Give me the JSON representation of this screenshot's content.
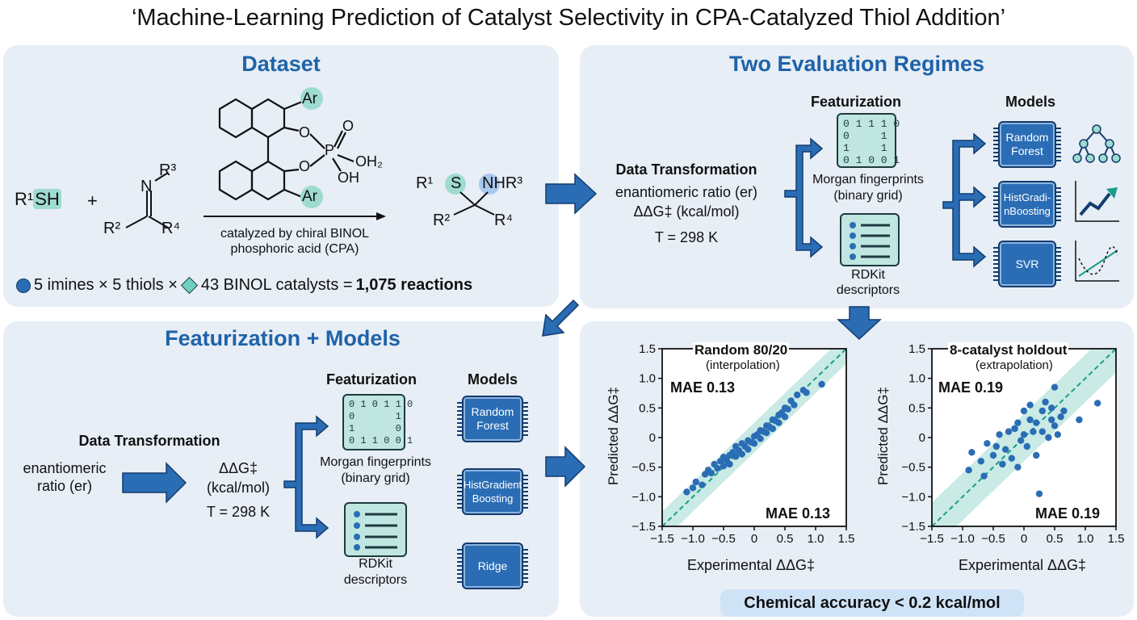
{
  "title": "‘Machine-Learning Prediction of Catalyst Selectivity in CPA-Catalyzed Thiol Addition’",
  "dataset": {
    "title": "Dataset",
    "thiol": "R¹–SH",
    "plus": "+",
    "imine_N": "N",
    "imine_R3": "R³",
    "imine_R2": "R²",
    "imine_R4": "R⁴",
    "cat_Ar": "Ar",
    "cat_O": "O",
    "cat_P": "P",
    "cat_OH2": "OH₂",
    "cat_OH": "OH",
    "cat_dO": "O",
    "arrow_label_1": "catalyzed by chiral BINOL",
    "arrow_label_2": "phosphoric acid (CPA)",
    "prod_R1": "R¹",
    "prod_S": "S",
    "prod_NHR3": "NHR³",
    "prod_R2": "R²",
    "prod_R4": "R⁴",
    "summary_a": "5 imines × 5 thiols ×",
    "summary_b": "43 BINOL catalysts =",
    "summary_c": "1,075 reactions"
  },
  "regimes": {
    "title": "Two Evaluation Regimes",
    "dt_title": "Data Transformation",
    "dt_line1": "enantiomeric ratio (er)",
    "dt_line2": "ΔΔG‡ (kcal/mol)",
    "dt_line3": "T = 298 K",
    "feat_title": "Featurization",
    "grid_text": "0 1 1 1 0\n0     1\n1     1\n0 1 0 0 1",
    "morgan_1": "Morgan fingerprints",
    "morgan_2": "(binary grid)",
    "rdkit_1": "RDKit",
    "rdkit_2": "descriptors",
    "models_title": "Models",
    "model_1": "Random Forest",
    "model_2": "HistGradi-nBoosting",
    "model_3": "SVR"
  },
  "featmodels": {
    "title": "Featurization + Models",
    "dt_title": "Data Transformation",
    "er_1": "enantiomeric",
    "er_2": "ratio (er)",
    "dg_1": "ΔΔG‡",
    "dg_2": "(kcal/mol)",
    "dg_3": "T = 298 K",
    "feat_title": "Featurization",
    "grid_text": "0 1 0 1 1 0\n0       1\n1       0\n0 1 1 0 0 1",
    "morgan_1": "Morgan fingerprints",
    "morgan_2": "(binary grid)",
    "rdkit_1": "RDKit",
    "rdkit_2": "descriptors",
    "models_title": "Models",
    "model_1": "Random Forest",
    "model_2": "HistGradient Boosting",
    "model_3": "Ridge"
  },
  "colors": {
    "accent": "#1f63a8",
    "panel": "#e7eef6",
    "teal": "#9edbd0",
    "point": "#2a6db5",
    "arrow": "#2a6db5"
  },
  "chart_data": [
    {
      "type": "scatter",
      "title": "Random 80/20",
      "subtitle": "(interpolation)",
      "xlabel": "Experimental ΔΔG‡",
      "ylabel": "Predicted ΔΔG‡",
      "xlim": [
        -1.5,
        1.5
      ],
      "ylim": [
        -1.5,
        1.5
      ],
      "xticks": [
        "−1.5",
        "−1.0",
        "−0.5",
        "0",
        "0.5",
        "1.0",
        "1.5"
      ],
      "yticks": [
        "1.5",
        "1.0",
        "0.5",
        "0",
        "−0.5",
        "−1.0",
        "−1.5"
      ],
      "mae_top": "MAE 0.13",
      "mae_bottom": "MAE 0.13",
      "band": 0.25,
      "points": [
        [
          -1.1,
          -0.92
        ],
        [
          -1.0,
          -0.85
        ],
        [
          -0.95,
          -0.75
        ],
        [
          -0.85,
          -0.8
        ],
        [
          -0.8,
          -0.62
        ],
        [
          -0.75,
          -0.55
        ],
        [
          -0.7,
          -0.6
        ],
        [
          -0.65,
          -0.45
        ],
        [
          -0.6,
          -0.52
        ],
        [
          -0.55,
          -0.4
        ],
        [
          -0.5,
          -0.48
        ],
        [
          -0.5,
          -0.33
        ],
        [
          -0.45,
          -0.38
        ],
        [
          -0.4,
          -0.3
        ],
        [
          -0.4,
          -0.45
        ],
        [
          -0.35,
          -0.25
        ],
        [
          -0.3,
          -0.32
        ],
        [
          -0.3,
          -0.15
        ],
        [
          -0.25,
          -0.22
        ],
        [
          -0.2,
          -0.28
        ],
        [
          -0.2,
          -0.1
        ],
        [
          -0.15,
          -0.15
        ],
        [
          -0.1,
          -0.05
        ],
        [
          -0.1,
          -0.2
        ],
        [
          -0.05,
          -0.08
        ],
        [
          0.0,
          0.02
        ],
        [
          0.0,
          -0.1
        ],
        [
          0.05,
          0.05
        ],
        [
          0.1,
          0.12
        ],
        [
          0.1,
          -0.02
        ],
        [
          0.15,
          0.1
        ],
        [
          0.2,
          0.2
        ],
        [
          0.2,
          0.08
        ],
        [
          0.25,
          0.18
        ],
        [
          0.3,
          0.3
        ],
        [
          0.3,
          0.15
        ],
        [
          0.35,
          0.28
        ],
        [
          0.4,
          0.38
        ],
        [
          0.4,
          0.25
        ],
        [
          0.45,
          0.42
        ],
        [
          0.5,
          0.5
        ],
        [
          0.5,
          0.35
        ],
        [
          0.55,
          0.48
        ],
        [
          0.6,
          0.62
        ],
        [
          0.65,
          0.55
        ],
        [
          0.7,
          0.72
        ],
        [
          0.8,
          0.8
        ],
        [
          0.85,
          0.76
        ],
        [
          1.1,
          0.9
        ]
      ]
    },
    {
      "type": "scatter",
      "title": "8-catalyst holdout",
      "subtitle": "(extrapolation)",
      "xlabel": "Experimental ΔΔG‡",
      "ylabel": "Predicted ΔΔG‡",
      "xlim": [
        -1.5,
        1.5
      ],
      "ylim": [
        -1.5,
        1.5
      ],
      "xticks": [
        "−1.5",
        "−1.0",
        "−0.5",
        "0",
        "0.5",
        "1.0",
        "1.5"
      ],
      "yticks": [
        "1.5",
        "1.0",
        "0.5",
        "0",
        "−0.5",
        "−1.0",
        "−1.5"
      ],
      "mae_top": "MAE 0.19",
      "mae_bottom": "MAE 0.19",
      "band": 0.4,
      "points": [
        [
          -0.9,
          -0.55
        ],
        [
          -0.85,
          -0.25
        ],
        [
          -0.7,
          -0.4
        ],
        [
          -0.65,
          -0.65
        ],
        [
          -0.6,
          -0.1
        ],
        [
          -0.5,
          -0.3
        ],
        [
          -0.45,
          -0.15
        ],
        [
          -0.4,
          0.05
        ],
        [
          -0.35,
          -0.45
        ],
        [
          -0.3,
          -0.2
        ],
        [
          -0.25,
          0.1
        ],
        [
          -0.2,
          -0.35
        ],
        [
          -0.15,
          0.15
        ],
        [
          -0.1,
          -0.5
        ],
        [
          -0.1,
          0.25
        ],
        [
          -0.05,
          -0.05
        ],
        [
          0.0,
          0.45
        ],
        [
          0.0,
          0.05
        ],
        [
          0.05,
          -0.15
        ],
        [
          0.1,
          0.3
        ],
        [
          0.1,
          0.55
        ],
        [
          0.15,
          0.1
        ],
        [
          0.2,
          -0.3
        ],
        [
          0.2,
          0.25
        ],
        [
          0.25,
          -0.95
        ],
        [
          0.3,
          0.45
        ],
        [
          0.3,
          0.1
        ],
        [
          0.35,
          0.6
        ],
        [
          0.4,
          0.0
        ],
        [
          0.45,
          0.3
        ],
        [
          0.45,
          0.5
        ],
        [
          0.5,
          0.85
        ],
        [
          0.5,
          0.2
        ],
        [
          0.55,
          0.05
        ],
        [
          0.6,
          0.35
        ],
        [
          0.65,
          0.45
        ],
        [
          0.9,
          0.3
        ],
        [
          1.2,
          0.58
        ]
      ]
    }
  ],
  "footer": {
    "badge": "Chemical accuracy < 0.2 kcal/mol"
  }
}
